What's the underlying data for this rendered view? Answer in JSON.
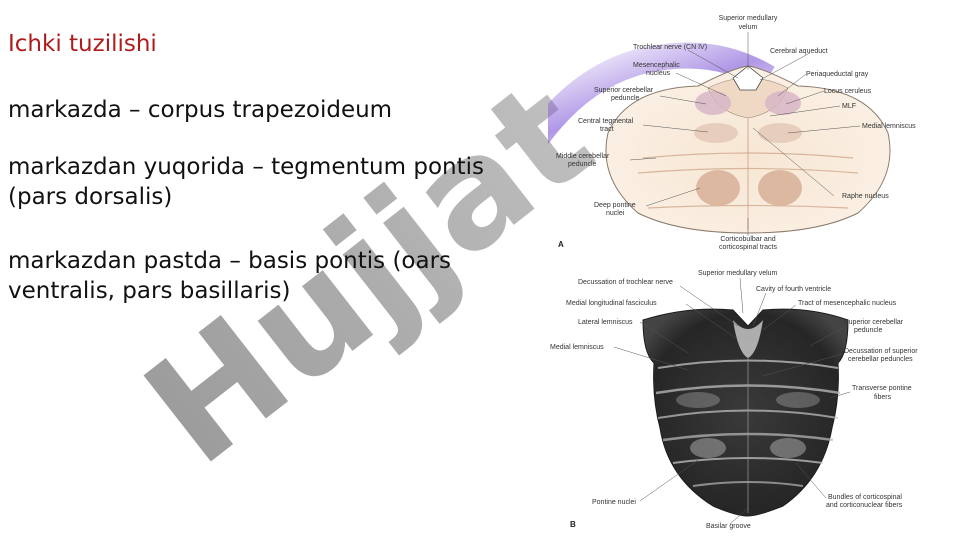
{
  "slide": {
    "title": "Ichki tuzilishi",
    "lines": [
      "markazda – corpus trapezoideum",
      "markazdan yuqorida – tegmentum pontis",
      "(pars dorsalis)",
      "markazdan pastda – basis pontis (oars",
      "ventralis, pars basillaris)"
    ],
    "watermark": "Hujjat"
  },
  "colors": {
    "title": "#b01c1c",
    "watermark": "#8a8a8a",
    "accent_purple": "#7b52d6"
  },
  "figure_a": {
    "panel": "A",
    "labels": [
      "Superior medullary",
      "velum",
      "Trochlear nerve (CN IV)",
      "Cerebral aqueduct",
      "Mesencephalic",
      "nucleus",
      "Periaqueductal gray",
      "Superior cerebellar",
      "peduncle",
      "Locus ceruleus",
      "MLF",
      "Central tegmental",
      "tract",
      "Medial lemniscus",
      "Middle cerebellar",
      "peduncle",
      "Raphe nucleus",
      "Deep pontine",
      "nuclei",
      "Corticobulbar and",
      "corticospinal tracts"
    ]
  },
  "figure_b": {
    "panel": "B",
    "labels": [
      "Superior medullary velum",
      "Decussation of trochlear nerve",
      "Cavity of fourth ventricle",
      "Medial longitudinal fasciculus",
      "Tract of mesencephalic nucleus",
      "Lateral lemniscus",
      "Superior cerebellar",
      "peduncle",
      "Medial lemniscus",
      "Decussation of superior",
      "cerebellar peduncles",
      "Transverse pontine",
      "fibers",
      "Pontine nuclei",
      "Bundles of corticospinal",
      "and corticonuclear fibers",
      "Basilar groove"
    ]
  }
}
